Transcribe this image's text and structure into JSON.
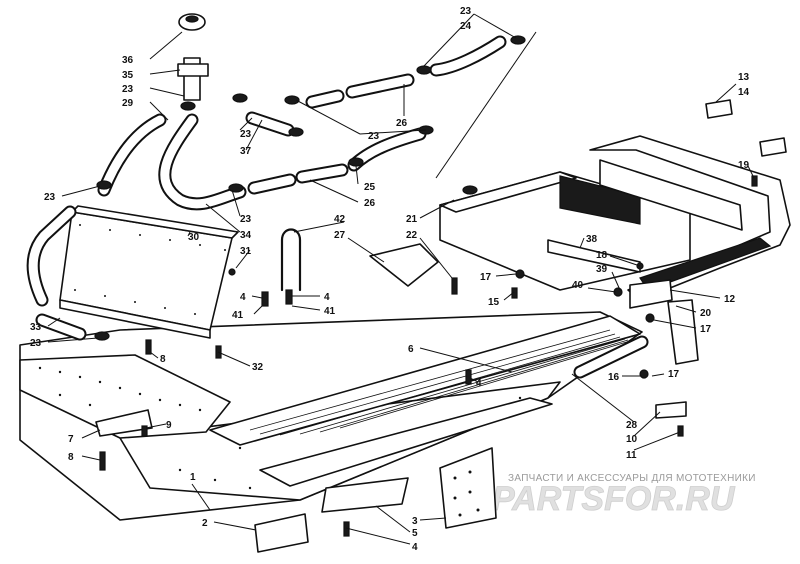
{
  "callouts": [
    {
      "id": "c36",
      "label": "36"
    },
    {
      "id": "c35",
      "label": "35"
    },
    {
      "id": "c23a",
      "label": "23"
    },
    {
      "id": "c29",
      "label": "29"
    },
    {
      "id": "c23b",
      "label": "23"
    },
    {
      "id": "c24",
      "label": "24"
    },
    {
      "id": "c26a",
      "label": "26"
    },
    {
      "id": "c23c",
      "label": "23"
    },
    {
      "id": "c37",
      "label": "37"
    },
    {
      "id": "c23d",
      "label": "23"
    },
    {
      "id": "c25",
      "label": "25"
    },
    {
      "id": "c26b",
      "label": "26"
    },
    {
      "id": "c23e",
      "label": "23"
    },
    {
      "id": "c34",
      "label": "34"
    },
    {
      "id": "c23f",
      "label": "23"
    },
    {
      "id": "c30",
      "label": "30"
    },
    {
      "id": "c31",
      "label": "31"
    },
    {
      "id": "c42",
      "label": "42"
    },
    {
      "id": "c27",
      "label": "27"
    },
    {
      "id": "c21",
      "label": "21"
    },
    {
      "id": "c22",
      "label": "22"
    },
    {
      "id": "c38",
      "label": "38"
    },
    {
      "id": "c13",
      "label": "13"
    },
    {
      "id": "c14",
      "label": "14"
    },
    {
      "id": "c19",
      "label": "19"
    },
    {
      "id": "c18",
      "label": "18"
    },
    {
      "id": "c39",
      "label": "39"
    },
    {
      "id": "c17a",
      "label": "17"
    },
    {
      "id": "c15",
      "label": "15"
    },
    {
      "id": "c40",
      "label": "40"
    },
    {
      "id": "c12",
      "label": "12"
    },
    {
      "id": "c20",
      "label": "20"
    },
    {
      "id": "c17b",
      "label": "17"
    },
    {
      "id": "c4a",
      "label": "4"
    },
    {
      "id": "c41a",
      "label": "41"
    },
    {
      "id": "c4b",
      "label": "4"
    },
    {
      "id": "c41b",
      "label": "41"
    },
    {
      "id": "c33",
      "label": "33"
    },
    {
      "id": "c23g",
      "label": "23"
    },
    {
      "id": "c8a",
      "label": "8"
    },
    {
      "id": "c32",
      "label": "32"
    },
    {
      "id": "c6",
      "label": "6"
    },
    {
      "id": "c16",
      "label": "16"
    },
    {
      "id": "c17c",
      "label": "17"
    },
    {
      "id": "c4c",
      "label": "4"
    },
    {
      "id": "c9",
      "label": "9"
    },
    {
      "id": "c7",
      "label": "7"
    },
    {
      "id": "c8b",
      "label": "8"
    },
    {
      "id": "c28",
      "label": "28"
    },
    {
      "id": "c10",
      "label": "10"
    },
    {
      "id": "c11",
      "label": "11"
    },
    {
      "id": "c1",
      "label": "1"
    },
    {
      "id": "c2",
      "label": "2"
    },
    {
      "id": "c3",
      "label": "3"
    },
    {
      "id": "c5",
      "label": "5"
    },
    {
      "id": "c4d",
      "label": "4"
    }
  ],
  "watermark": {
    "tagline": "ЗАПЧАСТИ И АКСЕССУАРЫ ДЛЯ МОТОТЕХНИКИ",
    "logo": "PARTSFOR.RU"
  }
}
